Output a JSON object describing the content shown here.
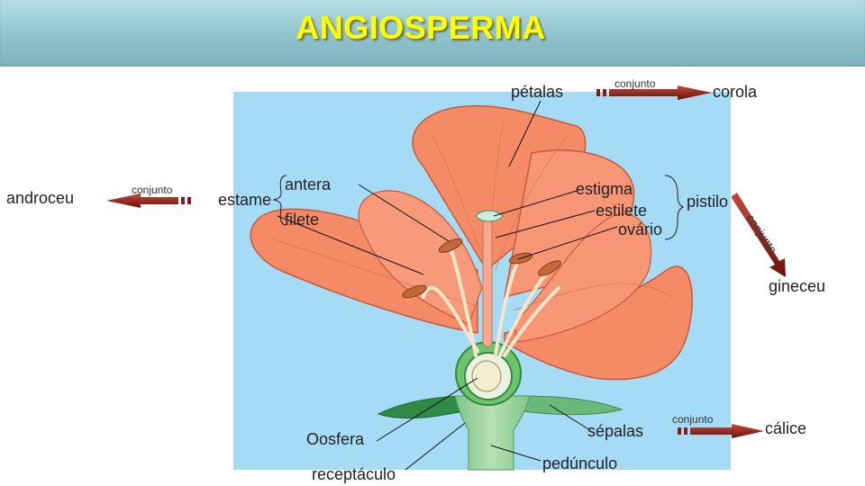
{
  "title": "ANGIOSPERMA",
  "colors": {
    "title_text": "#ffff00",
    "title_bar": "#8fc2cc",
    "panel_background": "#a6dbf5",
    "petal": "#f58a67",
    "arrow": "#8b1a12"
  },
  "labels": {
    "petalas": "pétalas",
    "conjunto_top": "conjunto",
    "corola": "corola",
    "androceu": "androceu",
    "conjunto_left": "conjunto",
    "estame": "estame",
    "antera": "antera",
    "filete": "filete",
    "estigma": "estigma",
    "estilete": "estilete",
    "ovario": "ovário",
    "pistilo": "pistilo",
    "conjunto_right": "conjunto",
    "gineceu": "gineceu",
    "oosfera": "Oosfera",
    "receptaculo": "receptáculo",
    "sepalas": "sépalas",
    "pedunculo": "pedúnculo",
    "conjunto_bottom": "conjunto",
    "calice": "cálice"
  }
}
